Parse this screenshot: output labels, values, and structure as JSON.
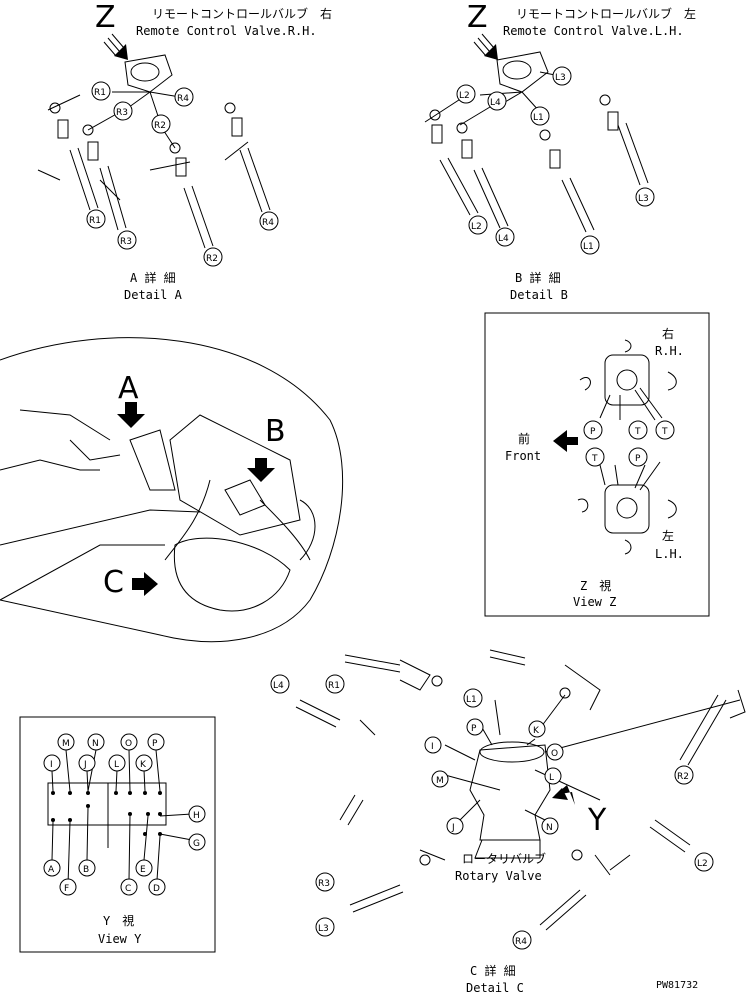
{
  "titles": {
    "z_letter": "Z",
    "rh_jp": "リモートコントロールバルブ　右",
    "rh_en": "Remote Control Valve.R.H.",
    "lh_jp": "リモートコントロールバルブ　左",
    "lh_en": "Remote Control Valve.L.H."
  },
  "details": {
    "a_jp": "A 詳 細",
    "a_en": "Detail A",
    "b_jp": "B 詳 細",
    "b_en": "Detail B",
    "c_jp": "C 詳 細",
    "c_en": "Detail C"
  },
  "view_z": {
    "rh_jp": "右",
    "rh_en": "R.H.",
    "lh_jp": "左",
    "lh_en": "L.H.",
    "front_jp": "前",
    "front_en": "Front",
    "jp": "Z　視",
    "en": "View Z",
    "p": "P",
    "t": "T"
  },
  "view_y": {
    "jp": "Y　視",
    "en": "View Y",
    "letter": "Y"
  },
  "rotary": {
    "jp": "ロータリバルブ",
    "en": "Rotary Valve"
  },
  "callouts": {
    "a": "A",
    "b": "B",
    "c": "C"
  },
  "labels": {
    "R1": "R1",
    "R2": "R2",
    "R3": "R3",
    "R4": "R4",
    "L1": "L1",
    "L2": "L2",
    "L3": "L3",
    "L4": "L4",
    "A": "A",
    "B": "B",
    "C": "C",
    "D": "D",
    "E": "E",
    "F": "F",
    "G": "G",
    "H": "H",
    "I": "I",
    "J": "J",
    "K": "K",
    "L": "L",
    "M": "M",
    "N": "N",
    "O": "O",
    "P": "P"
  },
  "part_no": "PW81732"
}
